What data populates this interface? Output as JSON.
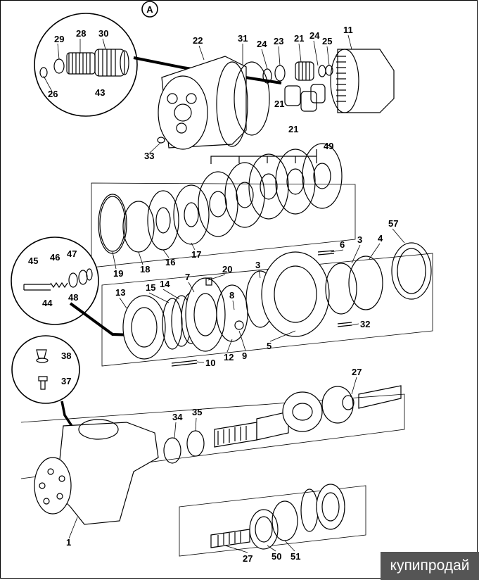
{
  "view_label": "A",
  "highlighted_part": "43",
  "watermark": "купипродай",
  "part_labels": {
    "p1": "1",
    "p3a": "3",
    "p3b": "3",
    "p4": "4",
    "p5": "5",
    "p6": "6",
    "p7": "7",
    "p8": "8",
    "p9": "9",
    "p10": "10",
    "p11": "11",
    "p12": "12",
    "p13": "13",
    "p14": "14",
    "p15": "15",
    "p16": "16",
    "p17": "17",
    "p18": "18",
    "p19": "19",
    "p20": "20",
    "p21a": "21",
    "p21b": "21",
    "p21c": "21",
    "p22": "22",
    "p23": "23",
    "p24a": "24",
    "p24b": "24",
    "p25": "25",
    "p26": "26",
    "p27a": "27",
    "p27b": "27",
    "p28": "28",
    "p29": "29",
    "p30": "30",
    "p31": "31",
    "p32": "32",
    "p33": "33",
    "p34": "34",
    "p35": "35",
    "p37": "37",
    "p38": "38",
    "p43": "43",
    "p44": "44",
    "p45": "45",
    "p46": "46",
    "p47": "47",
    "p48": "48",
    "p49": "49",
    "p50": "50",
    "p51": "51",
    "p57": "57"
  }
}
